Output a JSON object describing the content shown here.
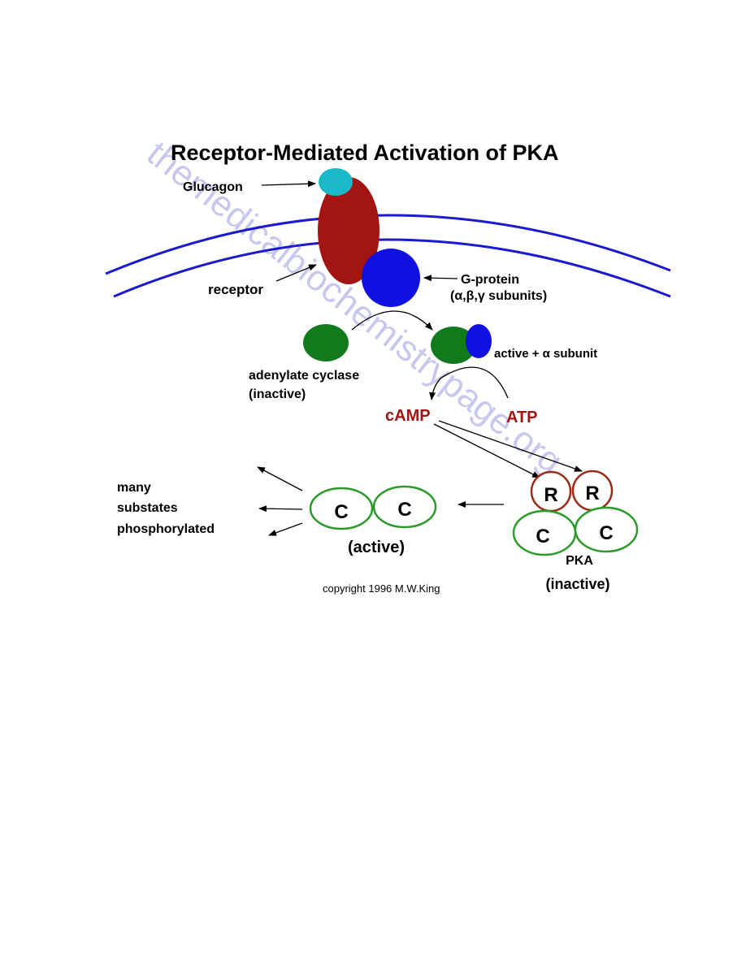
{
  "title": "Receptor-Mediated Activation of PKA",
  "watermark": "themedicalbiochemistrypage.org",
  "labels": {
    "glucagon": "Glucagon",
    "receptor": "receptor",
    "g_protein": "G-protein",
    "g_protein_subunits": "(α,β,γ subunits)",
    "adenylate_cyclase": "adenylate cyclase",
    "adenylate_cyclase_state": "(inactive)",
    "active_alpha": "active + α subunit",
    "camp": "cAMP",
    "atp": "ATP",
    "many": "many",
    "substates": "substates",
    "phosphorylated": "phosphorylated",
    "active_c": "(active)",
    "pka": "PKA",
    "pka_state": "(inactive)",
    "c": "C",
    "r": "R",
    "copyright": "copyright 1996 M.W.King"
  },
  "colors": {
    "membrane": "#1a1ad0",
    "receptor": "#a31512",
    "glucagon": "#1ab8c8",
    "g_protein": "#1010e0",
    "adenylate_cyclase": "#117a1c",
    "camp_atp_text": "#a31512",
    "subunit_c_outline": "#2a9a2a",
    "subunit_r_outline": "#9a2a1a",
    "watermark": "#c8c8ee"
  }
}
